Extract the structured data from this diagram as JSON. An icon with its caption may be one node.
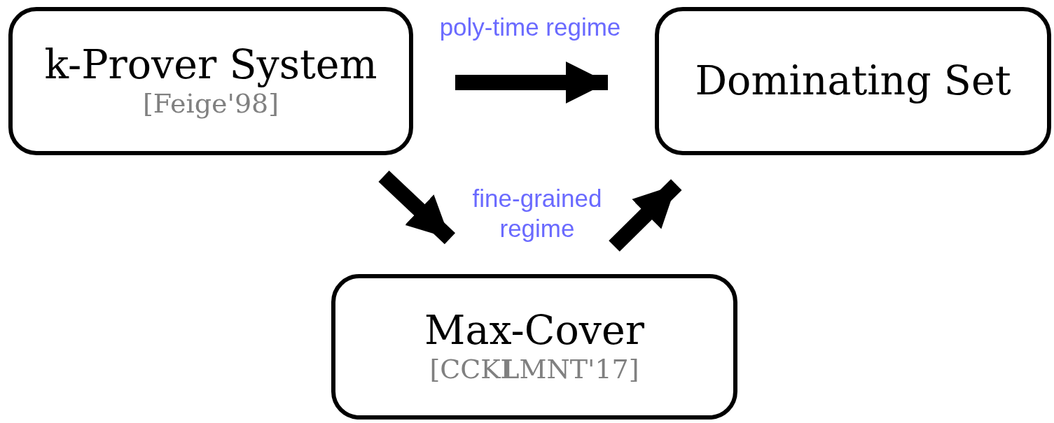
{
  "diagram": {
    "nodes": [
      {
        "text": [
          "k-Prover System",
          "[Feige'98]"
        ]
      },
      {
        "text": [
          "Dominating Set"
        ]
      },
      {
        "text": [
          "Max-Cover",
          "[CCK**L**MNT'17]"
        ]
      }
    ],
    "edges": [
      {
        "from": 0,
        "to": 1,
        "arrow": "to",
        "label": "poly-time regime"
      },
      {
        "from": 0,
        "to": 2,
        "arrow": "to"
      },
      {
        "from": 2,
        "to": 1,
        "arrow": "to"
      }
    ],
    "labels": [
      "fine-grained regime"
    ]
  }
}
